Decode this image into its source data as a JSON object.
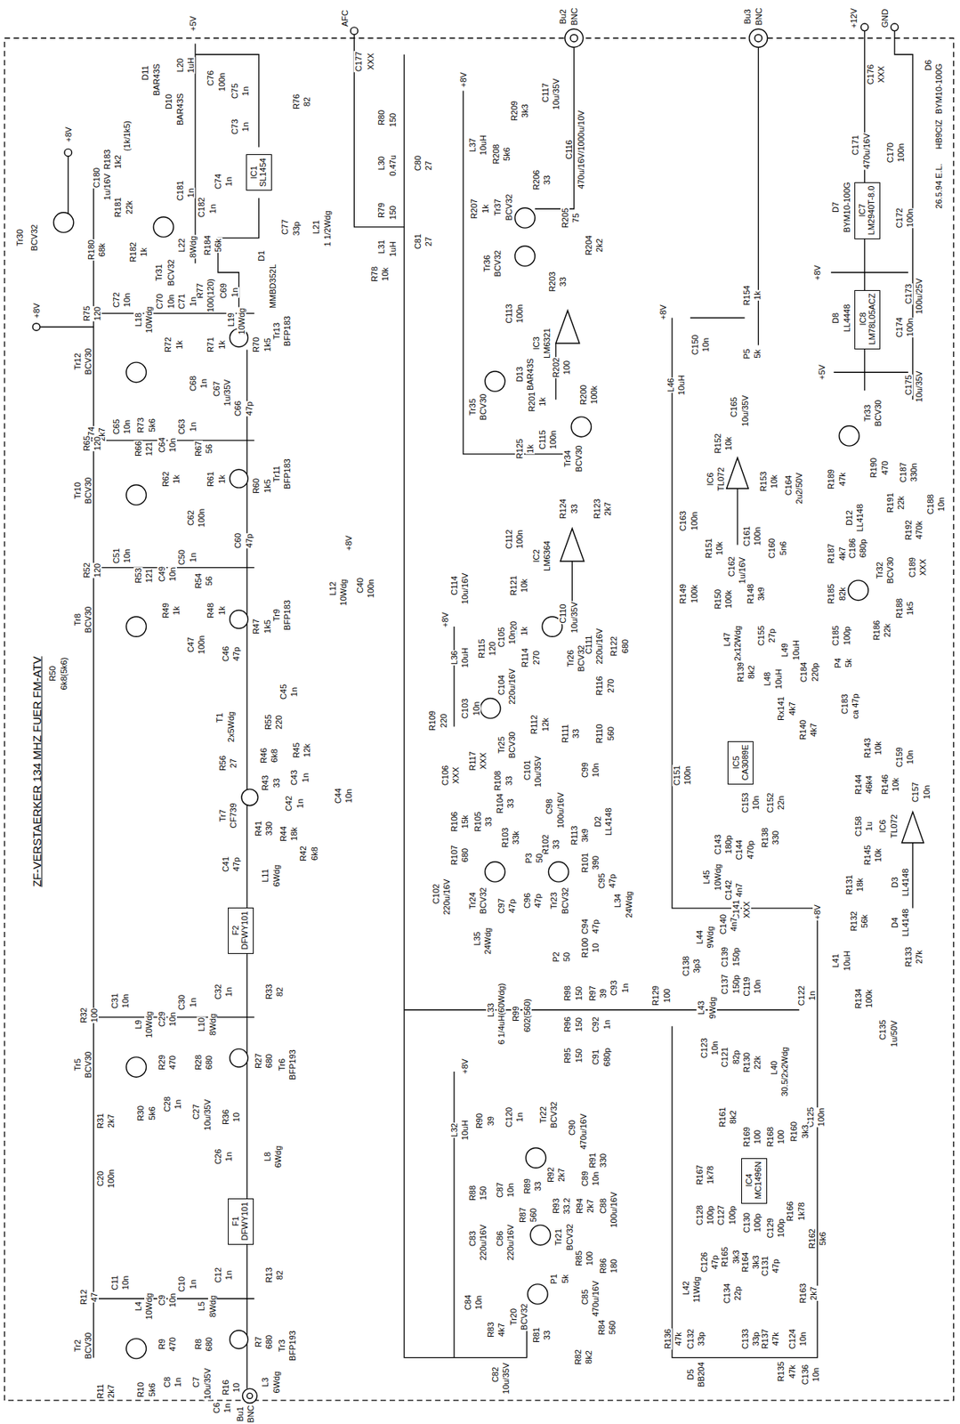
{
  "diagram": {
    "title": "ZF-VERSTAERKER 134 MHZ FUER FM-ATV",
    "nodes": [
      {
        "text": [
          "IC1",
          "SL1454"
        ]
      },
      {
        "text": [
          "IC7",
          "LM2940T-8.0"
        ]
      },
      {
        "text": [
          "IC8",
          "LM78L05ACZ"
        ]
      },
      {
        "text": [
          "IC5",
          "CA3089E"
        ]
      },
      {
        "text": [
          "F2",
          "DFWY101"
        ]
      },
      {
        "text": [
          "IC4",
          "MC1496N"
        ]
      },
      {
        "text": [
          "F1",
          "DFWY101"
        ]
      }
    ],
    "labels": [
      "+8V",
      "Tr30",
      "BCV32",
      "C180",
      "1u/16V",
      "R181",
      "22k",
      "R183",
      "1k2",
      "(1k/1k5)",
      "R180",
      "68k",
      "R182",
      "1k",
      "D11",
      "BAR43S",
      "D10",
      "BAR43S",
      "Tr31",
      "BCV32",
      "C181",
      "1n",
      "L22",
      "8Wdg",
      "C182",
      "1n",
      "R184",
      "56k",
      "C69",
      "1n",
      "+5V",
      "L20",
      "1uH",
      "C76",
      "100n",
      "C75",
      "1n",
      "C74",
      "1n",
      "C73",
      "1n",
      "C77",
      "33p",
      "R76",
      "82",
      "L21",
      "1 1/2Wdg",
      "D1",
      "MMBD352L",
      "AFC",
      "C177",
      "XXX",
      "R77",
      "100(120)",
      "L19",
      "10Wdg",
      "+8V",
      "R75",
      "120",
      "C72",
      "10n",
      "L18",
      "10Wdg",
      "C70",
      "10n",
      "C71",
      "1n",
      "Tr12",
      "BCV30",
      "R74",
      "2k7",
      "R73",
      "5k6",
      "R72",
      "1k",
      "R71",
      "1k",
      "C68",
      "1n",
      "C67",
      "1u/35V",
      "R70",
      "1k5",
      "Tr13",
      "BFP183",
      "C66",
      "47p",
      "R65",
      "120",
      "C65",
      "10n",
      "R66",
      "121",
      "C64",
      "10n",
      "C63",
      "1n",
      "R67",
      "56",
      "Tr10",
      "BCV30",
      "R62",
      "1k",
      "R61",
      "1k",
      "R60",
      "1k5",
      "C62",
      "100n",
      "Tr11",
      "BFP183",
      "C60",
      "47p",
      "R52",
      "120",
      "C51",
      "10n",
      "R53",
      "121",
      "C49",
      "10n",
      "C50",
      "1n",
      "R54",
      "56",
      "Tr8",
      "BCV30",
      "R49",
      "1k",
      "R48",
      "1k",
      "R47",
      "1k5",
      "C47",
      "100n",
      "Tr9",
      "BFP183",
      "C46",
      "47p",
      "L12",
      "10Wdg",
      "+8V",
      "C40",
      "100n",
      "C45",
      "1n",
      "T1",
      "2x5Wdg",
      "R55",
      "220",
      "R56",
      "27",
      "R46",
      "6k8",
      "R45",
      "12k",
      "Tr7",
      "CF739",
      "R43",
      "33",
      "C43",
      "1n",
      "C42",
      "1n",
      "R41",
      "330",
      "R44",
      "18k",
      "C44",
      "10n",
      "R42",
      "6k8",
      "C41",
      "47p",
      "L11",
      "6Wdg",
      "C32",
      "1n",
      "R33",
      "82",
      "R50",
      "6k8(5k6)",
      "R32",
      "100",
      "C31",
      "10n",
      "L9",
      "10Wdg",
      "C29",
      "10n",
      "C30",
      "1n",
      "L10",
      "8Wdg",
      "Tr5",
      "BCV30",
      "R31",
      "2k7",
      "R30",
      "5k6",
      "R29",
      "470",
      "R28",
      "680",
      "R27",
      "680",
      "Tr6",
      "BFP193",
      "C28",
      "1n",
      "C27",
      "10u/35V",
      "R36",
      "10",
      "C26",
      "1n",
      "L8",
      "6Wdg",
      "C20",
      "100n",
      "R13",
      "82",
      "C12",
      "1n",
      "R12",
      "47",
      "C11",
      "10n",
      "L4",
      "10Wdg",
      "C9",
      "10n",
      "C10",
      "1n",
      "L5",
      "8Wdg",
      "Tr2",
      "BCV30",
      "R11",
      "2k7",
      "R10",
      "5k6",
      "R9",
      "470",
      "R8",
      "680",
      "R7",
      "680",
      "Tr3",
      "BFP193",
      "C8",
      "1n",
      "C7",
      "10u/35V",
      "R16",
      "10",
      "C6",
      "1n",
      "L3",
      "6Wdg",
      "Bu1",
      "BNC",
      "R80",
      "150",
      "L30",
      "0.47u",
      "C80",
      "27",
      "R79",
      "150",
      "L31",
      "1uH",
      "C81",
      "27",
      "R78",
      "10k",
      "+8V",
      "L37",
      "10uH",
      "R208",
      "5k6",
      "R209",
      "3k3",
      "C117",
      "10u/35V",
      "C116",
      "470u/16V/1000u/10V",
      "R206",
      "33",
      "Tr37",
      "BCV32",
      "R207",
      "1k",
      "R205",
      "75",
      "R204",
      "2k2",
      "Tr36",
      "BCV32",
      "R203",
      "33",
      "C113",
      "100n",
      "IC3",
      "LM6321",
      "D13",
      "BAR43S",
      "R202",
      "100",
      "Tr35",
      "BCV30",
      "R201",
      "1k",
      "R200",
      "100k",
      "C115",
      "100n",
      "R125",
      "1k",
      "Tr34",
      "BCV30",
      "R124",
      "33",
      "R123",
      "2k7",
      "C112",
      "100n",
      "IC2",
      "LM6364",
      "R121",
      "10k",
      "R120",
      "1k",
      "C114",
      "10u/16V",
      "C110",
      "10u/35V",
      "C111",
      "220u/16V",
      "R122",
      "680",
      "+8V",
      "L36",
      "10uH",
      "R115",
      "120",
      "C105",
      "10n",
      "R114",
      "270",
      "C104",
      "220u/16V",
      "C103",
      "10n",
      "Tr26",
      "BCV32",
      "R116",
      "270",
      "R112",
      "12k",
      "R111",
      "33",
      "R110",
      "560",
      "R109",
      "220",
      "Tr25",
      "BCV30",
      "R117",
      "XXX",
      "C106",
      "XXX",
      "R108",
      "33",
      "C101",
      "10u/35V",
      "C99",
      "10n",
      "R106",
      "15k",
      "R105",
      "33",
      "R104",
      "33",
      "R103",
      "33k",
      "C98",
      "100u/16V",
      "R102",
      "33",
      "R113",
      "3k9",
      "D2",
      "LL4148",
      "R107",
      "680",
      "C102",
      "220u/16V",
      "Tr24",
      "BCV32",
      "C97",
      "47p",
      "C96",
      "47p",
      "P3",
      "50",
      "Tr23",
      "BCV32",
      "R101",
      "390",
      "C95",
      "47p",
      "L35",
      "24Wdg",
      "C94",
      "47p",
      "L34",
      "24Wdg",
      "P2",
      "50",
      "R100",
      "10",
      "R98",
      "150",
      "R97",
      "39",
      "C93",
      "1n",
      "L33",
      "6 1/4uH(60Wdg)",
      "R99",
      "602(560)",
      "R96",
      "150",
      "C92",
      "1n",
      "R95",
      "150",
      "C91",
      "680p",
      "R129",
      "100",
      "C122",
      "1n",
      "+8V",
      "L32",
      "10uH",
      "R90",
      "39",
      "C120",
      "1n",
      "Tr22",
      "BCV32",
      "C90",
      "470u/16V",
      "R91",
      "330",
      "R89",
      "33",
      "R92",
      "2k7",
      "C89",
      "10n",
      "R93",
      "33.2",
      "R94",
      "2k7",
      "C88",
      "100u/16V",
      "R88",
      "150",
      "C87",
      "10n",
      "R87",
      "560",
      "Tr21",
      "BCV32",
      "R85",
      "100",
      "R86",
      "180",
      "C83",
      "220u/16V",
      "C86",
      "220u/16V",
      "P1",
      "5k",
      "Tr20",
      "BCV32",
      "C85",
      "470u/16V",
      "R84",
      "560",
      "C84",
      "10n",
      "R83",
      "4k7",
      "R81",
      "33",
      "R82",
      "8k2",
      "C82",
      "10u/35V",
      "Bu2",
      "BNC",
      "Bu3",
      "BNC",
      "+12V",
      "GND",
      "C176",
      "XXX",
      "D6",
      "BYM10-100G",
      "HB9CIZ",
      "26.5.94 E.L.",
      "C171",
      "470u/16V",
      "C170",
      "100n",
      "D7",
      "BYM10-100G",
      "C172",
      "100n",
      "+8V",
      "C173",
      "100u/25V",
      "D8",
      "LL4448",
      "C174",
      "100n",
      "+5V",
      "C175",
      "10u/35V",
      "R154",
      "1k",
      "P5",
      "5k",
      "+8V",
      "C150",
      "10n",
      "L46",
      "10uH",
      "C165",
      "10u/35V",
      "R152",
      "10k",
      "IC6",
      "TL072",
      "R153",
      "10k",
      "C164",
      "2u2/50V",
      "C163",
      "100n",
      "C161",
      "100n",
      "C160",
      "5n6",
      "R151",
      "10k",
      "C162",
      "1u/16V",
      "R149",
      "100k",
      "R150",
      "100k",
      "R148",
      "3k9",
      "Tr33",
      "BCV30",
      "R189",
      "47k",
      "R190",
      "470",
      "C187",
      "330n",
      "R191",
      "22k",
      "R192",
      "470k",
      "D12",
      "LL4148",
      "C188",
      "10n",
      "C186",
      "680p",
      "R187",
      "4k7",
      "Tr32",
      "BCV30",
      "C189",
      "XXX",
      "R185",
      "82k",
      "R188",
      "1k5",
      "R186",
      "22k",
      "C185",
      "100p",
      "P4",
      "5k",
      "C184",
      "220p",
      "C183",
      "ca 47p",
      "L47",
      "2x12Wdg",
      "C155",
      "27p",
      "L49",
      "10uH",
      "R139",
      "8k2",
      "L48",
      "10uH",
      "Rx141",
      "4k7",
      "R140",
      "4k7",
      "C151",
      "100n",
      "C153",
      "10n",
      "C152",
      "22n",
      "R138",
      "330",
      "C143",
      "180p",
      "C144",
      "470p",
      "L45",
      "10Wdg",
      "C142",
      "4n7",
      "C141",
      "XXX",
      "C140",
      "4n7",
      "L44",
      "9Wdg",
      "C139",
      "150p",
      "C138",
      "3p3",
      "C137",
      "150p",
      "C119",
      "10n",
      "L43",
      "9Wdg",
      "R143",
      "10k",
      "C159",
      "10n",
      "R144",
      "46k4",
      "R146",
      "10k",
      "C157",
      "10n",
      "IC6",
      "TL072",
      "C158",
      "1u",
      "R145",
      "10k",
      "R131",
      "18k",
      "D3",
      "LL4148",
      "+8V",
      "R132",
      "56k",
      "D4",
      "LL4148",
      "R133",
      "27k",
      "L41",
      "10uH",
      "R134",
      "100k",
      "C135",
      "1u/50V",
      "C123",
      "10n",
      "C121",
      "82p",
      "R130",
      "22k",
      "L40",
      "30.5/2x2Wdg",
      "C125",
      "100n",
      "R161",
      "8k2",
      "R169",
      "100",
      "R168",
      "100",
      "R160",
      "3k3",
      "R167",
      "1k78",
      "R166",
      "1k78",
      "C128",
      "100p",
      "C127",
      "100p",
      "C130",
      "100p",
      "C129",
      "100p",
      "R162",
      "5k6",
      "C126",
      "47p",
      "R165",
      "3k3",
      "R164",
      "3k3",
      "C131",
      "47p",
      "L42",
      "11Wdg",
      "C134",
      "22p",
      "R163",
      "2k7",
      "R136",
      "47k",
      "C132",
      "33p",
      "C133",
      "33p",
      "R137",
      "47k",
      "C124",
      "10n",
      "D5",
      "BB204",
      "R135",
      "47k",
      "C136",
      "10n"
    ]
  }
}
